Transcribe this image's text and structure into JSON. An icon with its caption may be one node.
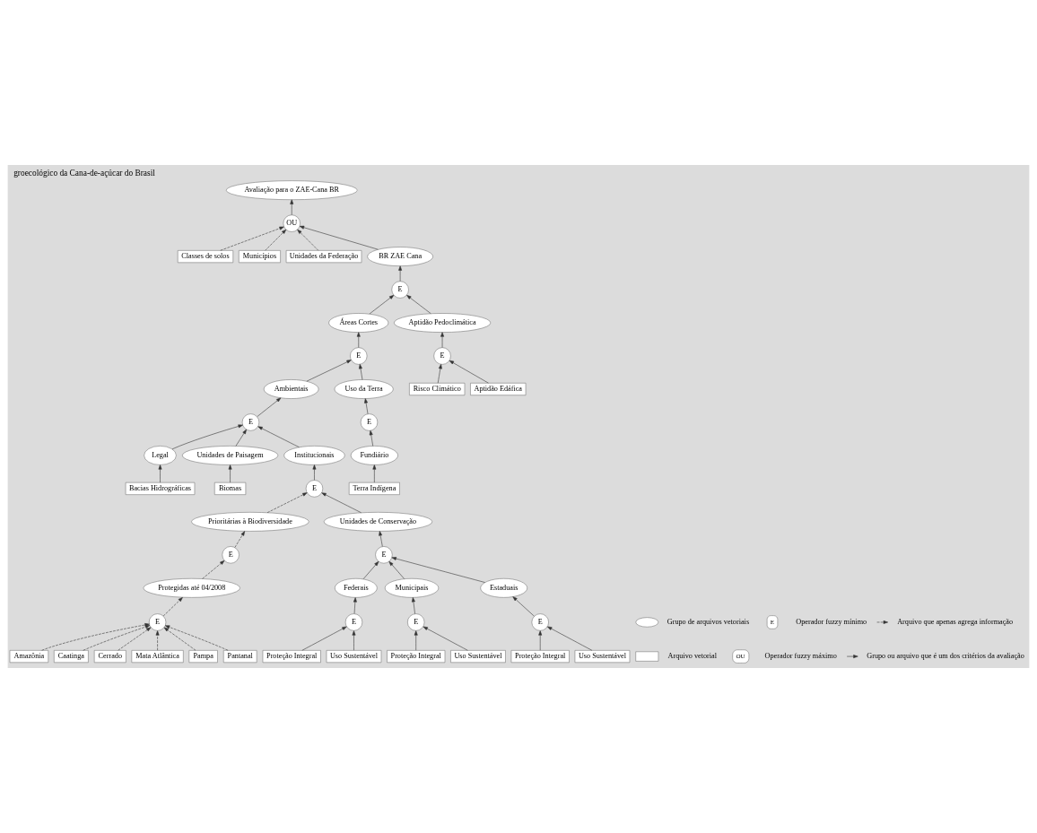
{
  "diagram": {
    "title": "groecológico da Cana-de-açúcar do Brasil",
    "nodes": [
      {
        "text": [
          "Avaliação para o ZAE-Cana BR"
        ]
      },
      {
        "text": [
          "Classes de solos"
        ]
      },
      {
        "text": [
          "Municípios"
        ]
      },
      {
        "text": [
          "Bacias Hidrográficas"
        ]
      },
      {
        "text": [
          "Biomas"
        ]
      },
      {
        "text": [
          "OU"
        ]
      },
      {
        "text": [
          "Legal"
        ]
      },
      {
        "text": [
          "Unidades de Paisagem"
        ]
      },
      {
        "text": [
          "Unidades da Federação"
        ]
      },
      {
        "text": [
          "BR ZAE Cana"
        ]
      },
      {
        "text": [
          "E"
        ]
      },
      {
        "text": [
          "Amazônia"
        ]
      },
      {
        "text": [
          "Ambientais"
        ]
      },
      {
        "text": [
          "Protegidas até 04/2008"
        ]
      },
      {
        "text": [
          "Caatinga"
        ]
      },
      {
        "text": [
          "Cerrado"
        ]
      },
      {
        "text": [
          "Áreas Cortes"
        ]
      },
      {
        "text": [
          "E"
        ]
      },
      {
        "text": [
          "E"
        ]
      },
      {
        "text": [
          "E"
        ]
      },
      {
        "text": [
          "Institucionais"
        ]
      },
      {
        "text": [
          "E"
        ]
      },
      {
        "text": [
          "Mata Atlântica"
        ]
      },
      {
        "text": [
          "Uso da Terra"
        ]
      },
      {
        "text": [
          "Pampa"
        ]
      },
      {
        "text": [
          "E"
        ]
      },
      {
        "text": [
          "Prioritárias à Biodiversidade"
        ]
      },
      {
        "text": [
          "E"
        ]
      },
      {
        "text": [
          "Pantanal"
        ]
      },
      {
        "text": [
          "Fundiário"
        ]
      },
      {
        "text": [
          "Unidades de Conservação"
        ]
      },
      {
        "text": [
          "Federais"
        ]
      },
      {
        "text": [
          "E"
        ]
      },
      {
        "text": [
          "Terra Indígena"
        ]
      },
      {
        "text": [
          "Proteção Integral"
        ]
      },
      {
        "text": [
          "E"
        ]
      },
      {
        "text": [
          "Uso Sustentável"
        ]
      },
      {
        "text": [
          "Aptidão Pedoclimática"
        ]
      },
      {
        "text": [
          "Municipais"
        ]
      },
      {
        "text": [
          "Estaduais"
        ]
      },
      {
        "text": [
          "E"
        ]
      },
      {
        "text": [
          "Risco Climático"
        ]
      },
      {
        "text": [
          "Aptidão Edáfica"
        ]
      },
      {
        "text": [
          "E"
        ]
      },
      {
        "text": [
          "Proteção Integral"
        ]
      },
      {
        "text": [
          "E"
        ]
      },
      {
        "text": [
          "Proteção Integral"
        ]
      },
      {
        "text": [
          "Uso Sustentável"
        ]
      },
      {
        "text": [
          "Uso Sustentável"
        ]
      }
    ],
    "edges": [
      {
        "from": 5,
        "to": 0,
        "arrow": "to"
      },
      {
        "from": 1,
        "to": 5,
        "arrow": "to",
        "style": "dashed"
      },
      {
        "from": 2,
        "to": 5,
        "arrow": "to",
        "style": "dashed"
      },
      {
        "from": 8,
        "to": 5,
        "arrow": "to",
        "style": "dashed"
      },
      {
        "from": 9,
        "to": 5,
        "arrow": "to"
      },
      {
        "from": 3,
        "to": 6,
        "arrow": "to"
      },
      {
        "from": 4,
        "to": 7,
        "arrow": "to"
      },
      {
        "from": 6,
        "to": 10,
        "arrow": "to"
      },
      {
        "from": 7,
        "to": 10,
        "arrow": "to"
      },
      {
        "from": 10,
        "to": 12,
        "arrow": "to"
      },
      {
        "from": 20,
        "to": 10,
        "arrow": "to"
      },
      {
        "from": 12,
        "to": 19,
        "arrow": "to"
      },
      {
        "from": 19,
        "to": 16,
        "arrow": "to"
      },
      {
        "from": 23,
        "to": 19,
        "arrow": "to"
      },
      {
        "from": 16,
        "to": 18,
        "arrow": "to"
      },
      {
        "from": 18,
        "to": 9,
        "arrow": "to"
      },
      {
        "from": 37,
        "to": 18,
        "arrow": "to"
      },
      {
        "from": 13,
        "to": 17,
        "arrow": "to",
        "style": "dashed"
      },
      {
        "from": 17,
        "to": 26,
        "arrow": "to",
        "style": "dashed"
      },
      {
        "from": 21,
        "to": 13,
        "arrow": "to",
        "style": "dashed"
      },
      {
        "from": 11,
        "to": 21,
        "arrow": "to",
        "style": "dashed"
      },
      {
        "from": 14,
        "to": 21,
        "arrow": "to",
        "style": "dashed"
      },
      {
        "from": 15,
        "to": 21,
        "arrow": "to",
        "style": "dashed"
      },
      {
        "from": 22,
        "to": 21,
        "arrow": "to",
        "style": "dashed"
      },
      {
        "from": 24,
        "to": 21,
        "arrow": "to",
        "style": "dashed"
      },
      {
        "from": 28,
        "to": 21,
        "arrow": "to",
        "style": "dashed"
      },
      {
        "from": 26,
        "to": 25,
        "arrow": "to",
        "style": "dashed"
      },
      {
        "from": 25,
        "to": 20,
        "arrow": "to"
      },
      {
        "from": 30,
        "to": 25,
        "arrow": "to"
      },
      {
        "from": 27,
        "to": 23,
        "arrow": "to"
      },
      {
        "from": 29,
        "to": 27,
        "arrow": "to"
      },
      {
        "from": 33,
        "to": 29,
        "arrow": "to"
      },
      {
        "from": 32,
        "to": 30,
        "arrow": "to"
      },
      {
        "from": 31,
        "to": 32,
        "arrow": "to"
      },
      {
        "from": 38,
        "to": 32,
        "arrow": "to"
      },
      {
        "from": 39,
        "to": 32,
        "arrow": "to"
      },
      {
        "from": 35,
        "to": 31,
        "arrow": "to"
      },
      {
        "from": 34,
        "to": 35,
        "arrow": "to"
      },
      {
        "from": 36,
        "to": 35,
        "arrow": "to"
      },
      {
        "from": 40,
        "to": 37,
        "arrow": "to"
      },
      {
        "from": 41,
        "to": 40,
        "arrow": "to"
      },
      {
        "from": 42,
        "to": 40,
        "arrow": "to"
      },
      {
        "from": 43,
        "to": 38,
        "arrow": "to"
      },
      {
        "from": 44,
        "to": 43,
        "arrow": "to"
      },
      {
        "from": 47,
        "to": 43,
        "arrow": "to"
      },
      {
        "from": 45,
        "to": 39,
        "arrow": "to"
      },
      {
        "from": 46,
        "to": 45,
        "arrow": "to"
      },
      {
        "from": 48,
        "to": 45,
        "arrow": "to"
      }
    ],
    "labels": [
      "E",
      "OU"
    ],
    "legend": [
      {
        "text": "Grupo de arquivos vetoriais"
      },
      {
        "text": "Operador fuzzy mínimo"
      },
      {
        "text": "Arquivo que apenas agrega informação"
      },
      {
        "text": "Arquivo vetorial"
      },
      {
        "text": "Operador fuzzy máximo"
      },
      {
        "text": "Grupo ou arquivo que é um dos critérios da avaliação"
      }
    ]
  }
}
